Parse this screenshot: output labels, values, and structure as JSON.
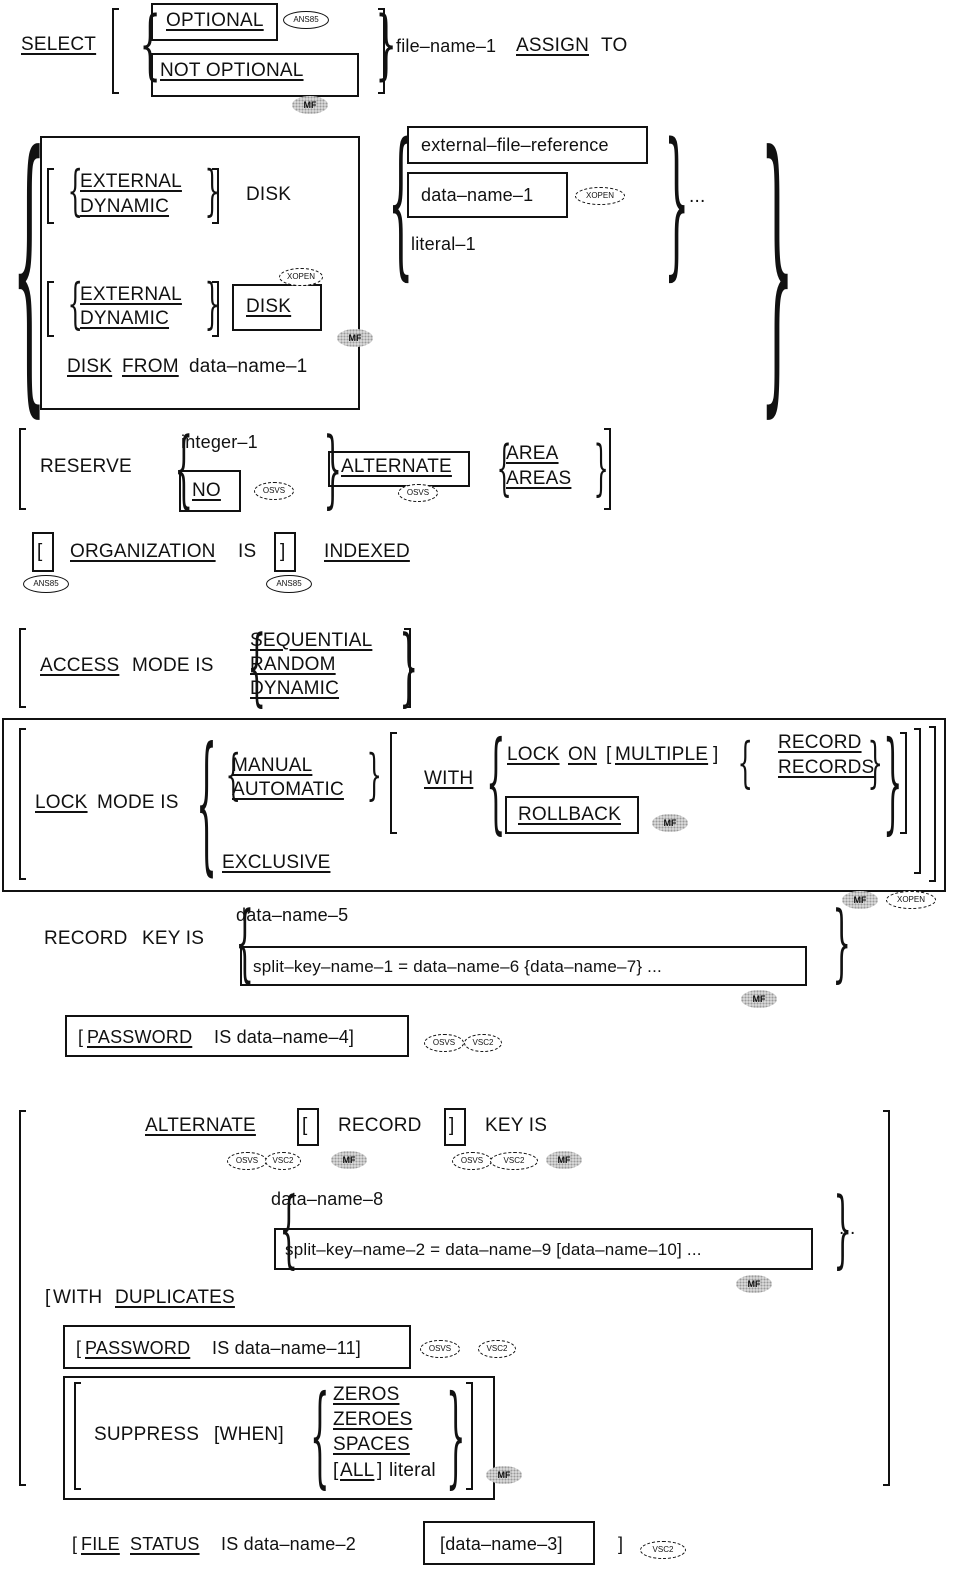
{
  "select": {
    "keyword": "SELECT",
    "optional": "OPTIONAL",
    "not_optional": "NOT OPTIONAL",
    "file_name": "file–name–1",
    "assign": "ASSIGN",
    "to": "TO"
  },
  "assign": {
    "external1": "EXTERNAL",
    "dynamic1": "DYNAMIC",
    "disk1": "DISK",
    "external2": "EXTERNAL",
    "dynamic2": "DYNAMIC",
    "disk2": "DISK",
    "disk3": "DISK",
    "from": "FROM",
    "data_name_1a": "data–name–1",
    "ext_file_ref": "external–file–reference",
    "data_name_1b": "data–name–1",
    "literal_1": "literal–1",
    "ellipsis": "..."
  },
  "reserve": {
    "keyword": "RESERVE",
    "integer_1": "integer–1",
    "no": "NO",
    "alternate": "ALTERNATE",
    "area": "AREA",
    "areas": "AREAS"
  },
  "organization": {
    "open_bracket": "[",
    "keyword": "ORGANIZATION",
    "is": "IS",
    "close_bracket": "]",
    "indexed": "INDEXED"
  },
  "access": {
    "keyword": "ACCESS",
    "mode_is": "MODE IS",
    "sequential": "SEQUENTIAL",
    "random": "RANDOM",
    "dynamic": "DYNAMIC"
  },
  "lock": {
    "keyword": "LOCK",
    "mode_is": "MODE IS",
    "manual": "MANUAL",
    "automatic": "AUTOMATIC",
    "with": "WITH",
    "lock_kw": "LOCK",
    "on": "ON",
    "multiple_open": "[",
    "multiple": "MULTIPLE",
    "multiple_close": "]",
    "record": "RECORD",
    "records": "RECORDS",
    "rollback": "ROLLBACK",
    "exclusive": "EXCLUSIVE"
  },
  "record_key": {
    "record": "RECORD",
    "key_is": "KEY IS",
    "data_name_5": "data–name–5",
    "split": "split–key–name–1 = data–name–6 {data–name–7} ...",
    "password_open": "[",
    "password": "PASSWORD",
    "password_rest": "IS data–name–4]"
  },
  "alternate_key": {
    "alternate": "ALTERNATE",
    "open_bracket": "[",
    "record": "RECORD",
    "close_bracket": "]",
    "key_is": "KEY IS",
    "data_name_8": "data–name–8",
    "split": "split–key–name–2 = data–name–9 [data–name–10] ...",
    "ellipsis": "...",
    "with_open": "[",
    "with": "WITH",
    "duplicates": "DUPLICATES",
    "password_open": "[",
    "password": "PASSWORD",
    "password_rest": "IS data–name–11]",
    "suppress": "SUPPRESS",
    "when": "[WHEN]",
    "zeros": "ZEROS",
    "zeroes": "ZEROES",
    "spaces": "SPACES",
    "all_open": "[",
    "all": "ALL",
    "all_close": "]",
    "literal": "literal"
  },
  "file_status": {
    "open_bracket": "[",
    "file": "FILE",
    "status": "STATUS",
    "rest": "IS data–name–2",
    "data_name_3": "[data–name–3]",
    "close_bracket": "]"
  },
  "badges": {
    "ans85": "ANS85",
    "mf": "MF",
    "xopen": "XOPEN",
    "osvs": "OSVS",
    "vsc2": "VSC2"
  }
}
